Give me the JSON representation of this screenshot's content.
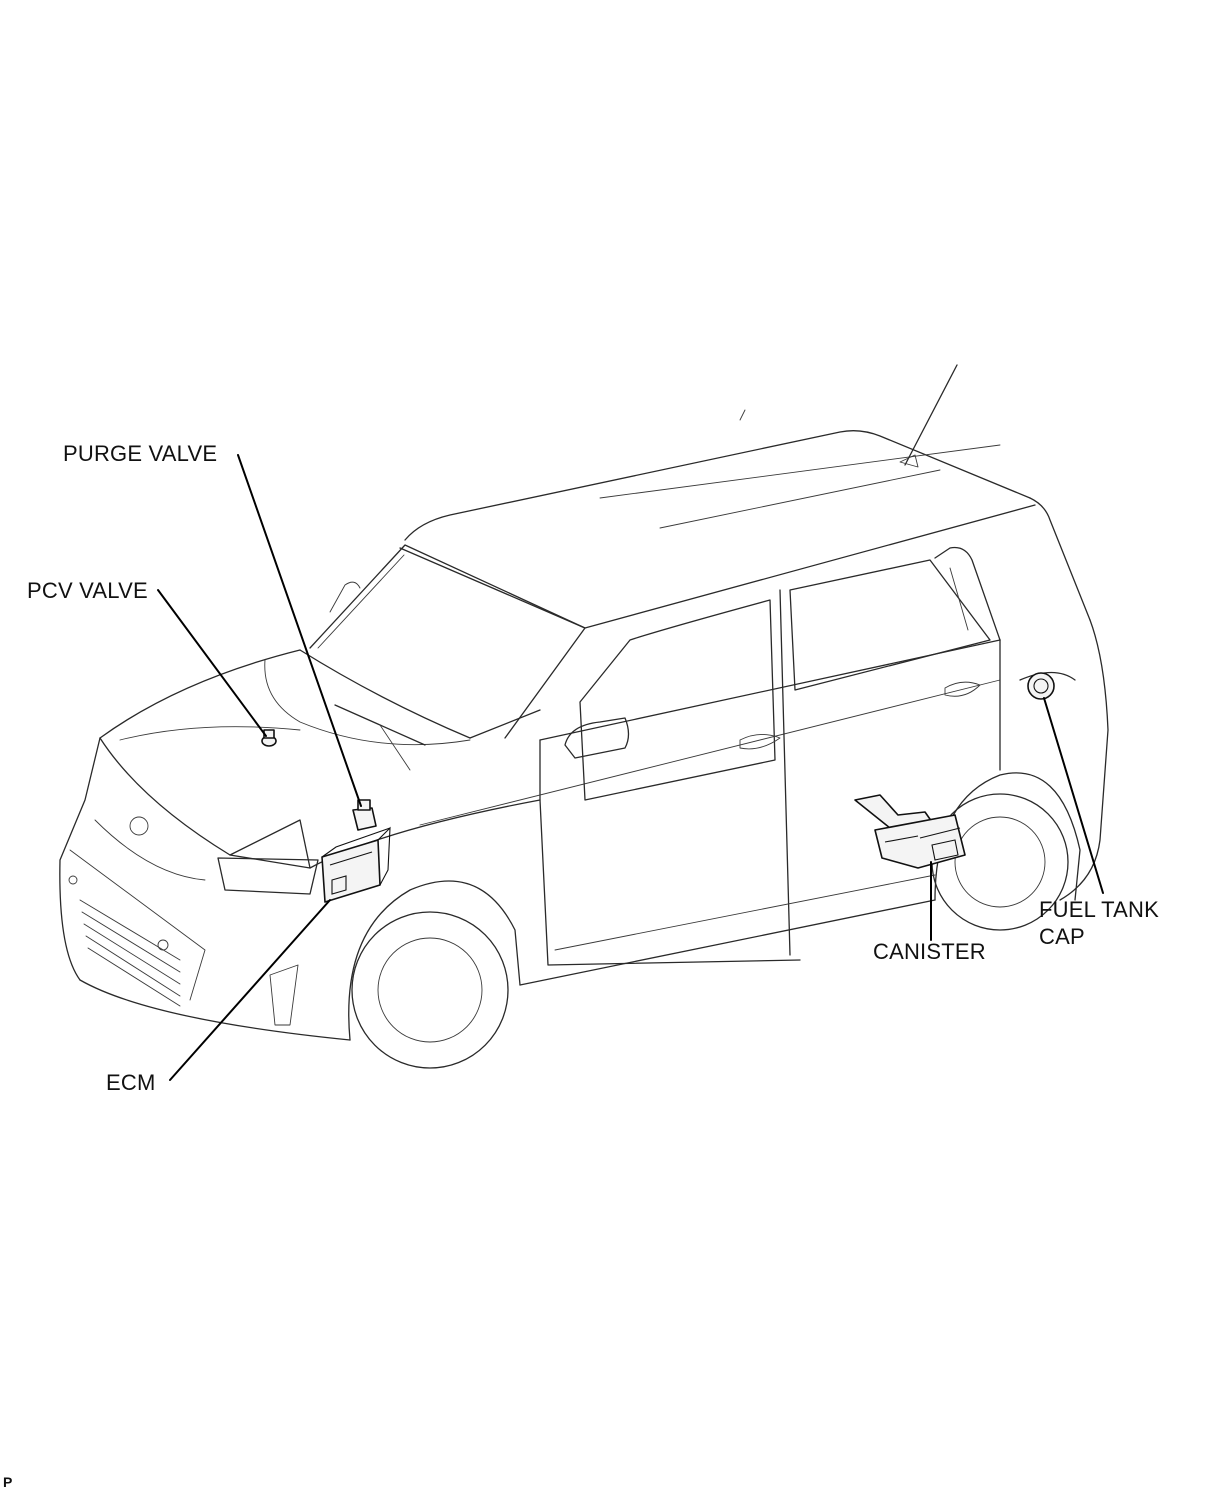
{
  "labels": {
    "purge_valve": "PURGE VALVE",
    "pcv_valve": "PCV VALVE",
    "ecm": "ECM",
    "canister": "CANISTER",
    "fuel_tank_cap_line1": "FUEL TANK",
    "fuel_tank_cap_line2": "CAP"
  },
  "corner_mark": "P"
}
